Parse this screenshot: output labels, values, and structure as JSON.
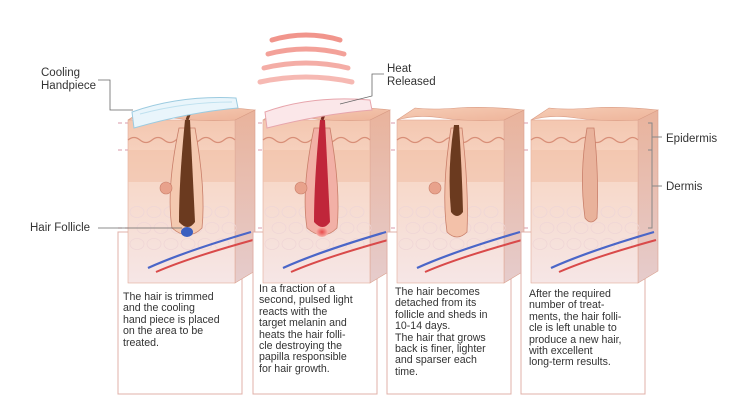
{
  "labels": {
    "cooling": [
      "Cooling",
      "Handpiece"
    ],
    "heat": [
      "Heat",
      "Released"
    ],
    "hair_follicle": "Hair Follicle",
    "epidermis": "Epidermis",
    "dermis": "Dermis"
  },
  "steps": [
    {
      "caption": [
        "The hair is trimmed",
        "and the cooling",
        "hand piece is placed",
        "on the area to be",
        "treated."
      ]
    },
    {
      "caption": [
        "In a fraction of a",
        "second, pulsed light",
        "reacts with the",
        "target melanin and",
        "heats the hair folli-",
        "cle destroying the",
        "papilla responsible",
        "for hair growth."
      ]
    },
    {
      "caption": [
        "The hair becomes",
        "detached from its",
        "follicle and sheds in",
        "10-14 days.",
        "The hair that grows",
        "back is finer, lighter",
        "and sparser each",
        "time."
      ]
    },
    {
      "caption": [
        "After the required",
        "number of treat-",
        "ments, the hair folli-",
        "cle is left unable to",
        "produce a new hair,",
        "with excellent",
        "long-term results."
      ]
    }
  ],
  "colors": {
    "skin_top": "#f2c4a8",
    "skin_side": "#e8a98c",
    "dermis": "#f5d5c2",
    "hair": "#6b3a1f",
    "heat": "#f08a80",
    "box_border": "#e0b0a8"
  }
}
